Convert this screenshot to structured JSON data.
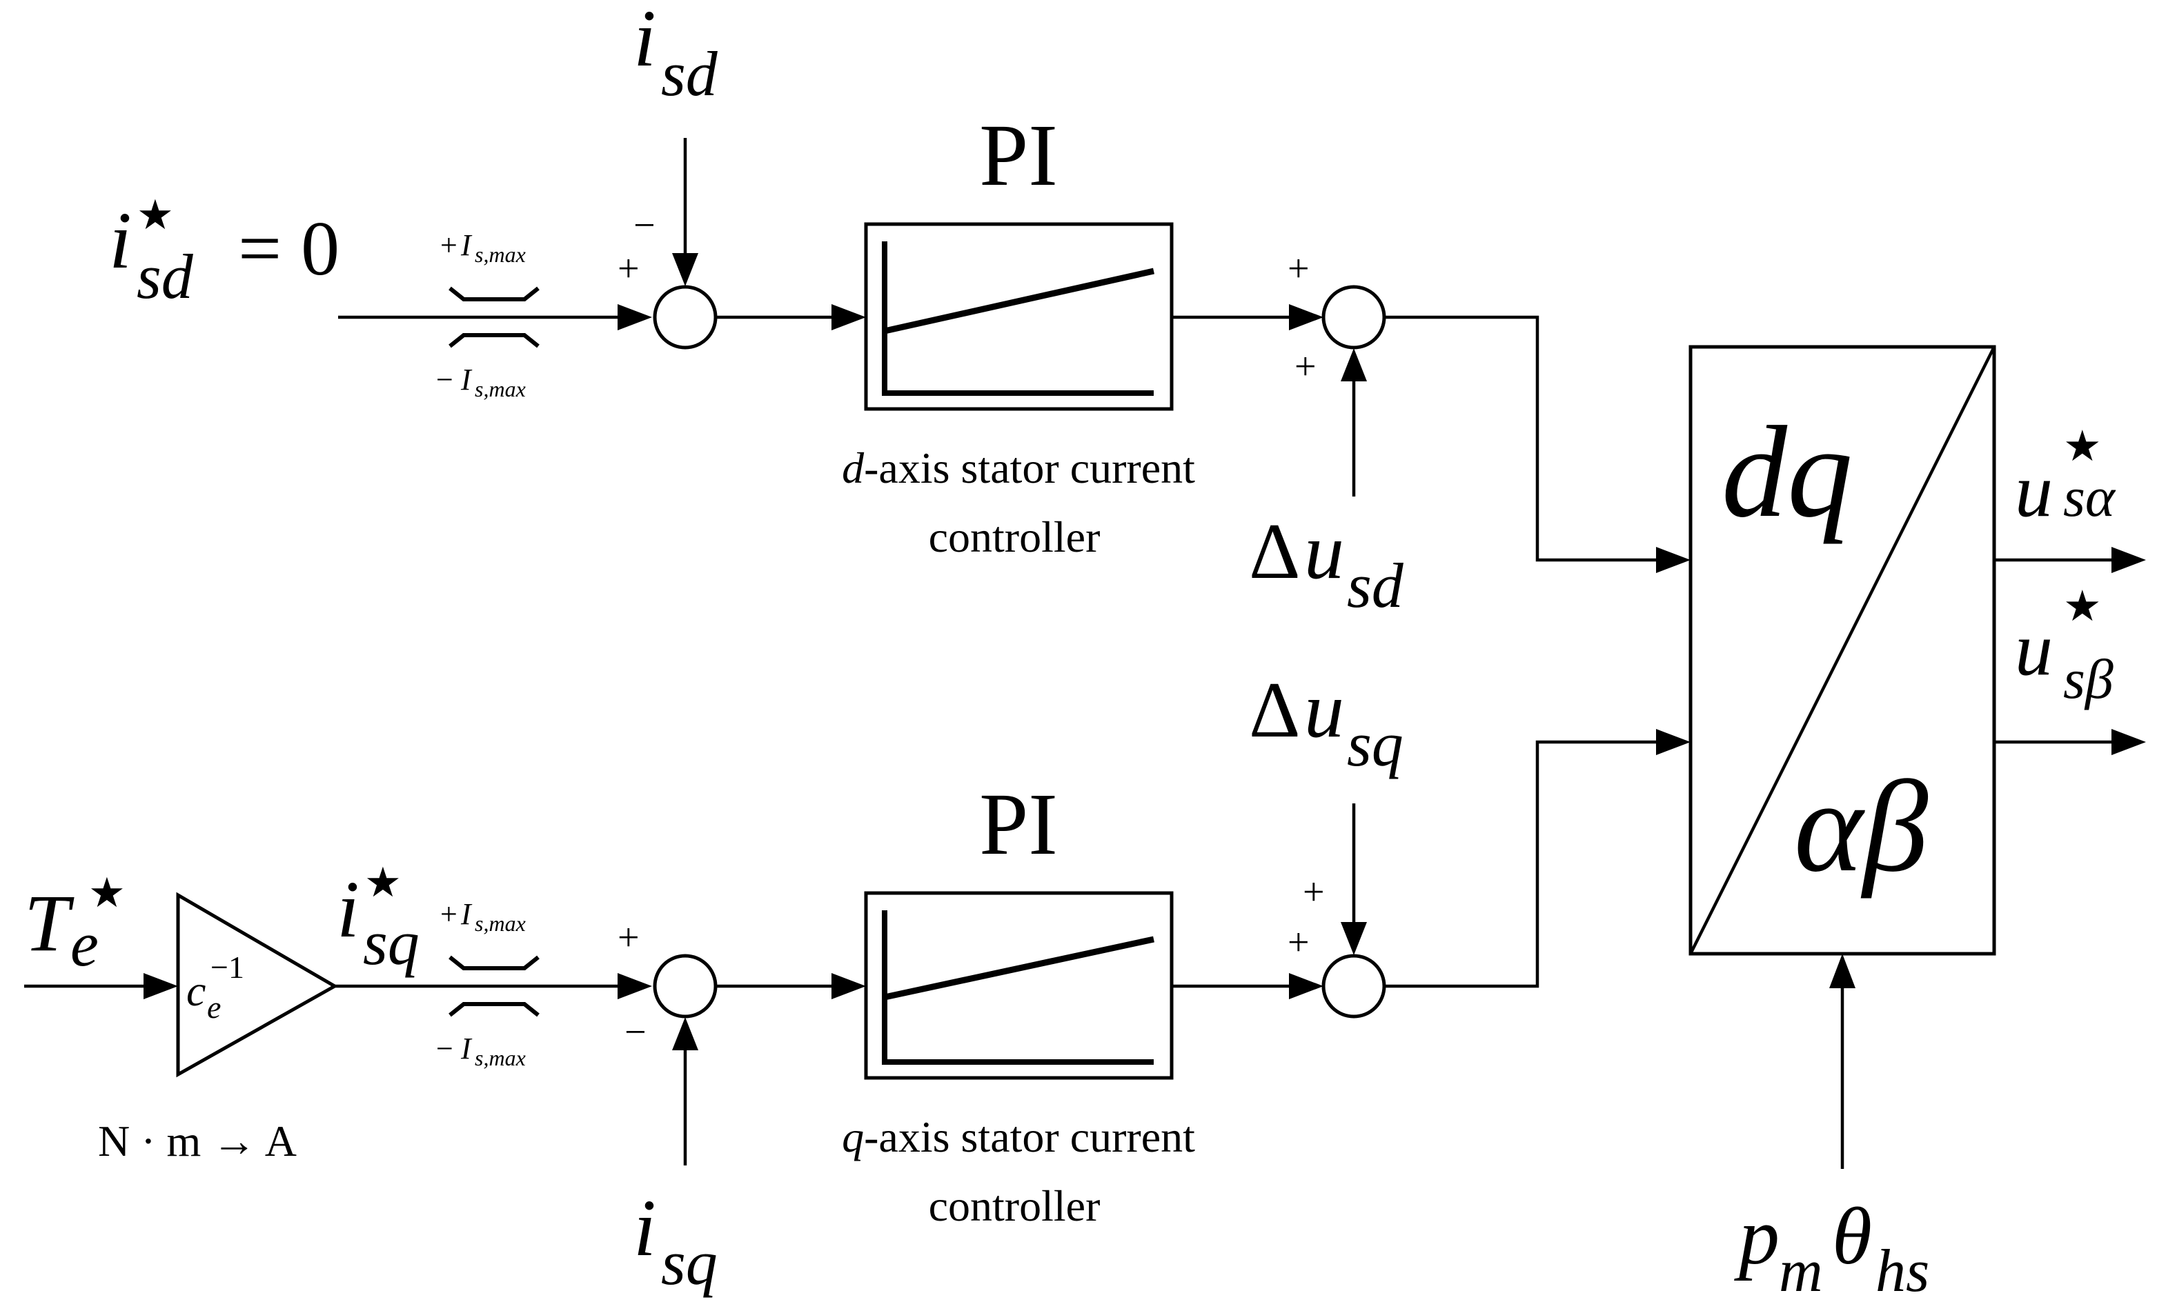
{
  "inputs": {
    "isd_ref": {
      "base": "i",
      "sup": "★",
      "sub": "sd",
      "eq": "= 0"
    },
    "te_ref": {
      "base": "T",
      "sup": "★",
      "sub": "e"
    },
    "isd_feedback": {
      "base": "i",
      "sub": "sd"
    },
    "isq_feedback": {
      "base": "i",
      "sub": "sq"
    },
    "isq_ref": {
      "base": "i",
      "sup": "★",
      "sub": "sq"
    },
    "dusd": {
      "delta": "Δ",
      "base": "u",
      "sub": "sd"
    },
    "dusq": {
      "delta": "Δ",
      "base": "u",
      "sub": "sq"
    },
    "theta": {
      "p": "p",
      "psub": "m",
      "th": "θ",
      "thsub": "hs"
    }
  },
  "limiters": {
    "upper": {
      "sign": "+",
      "base": "I",
      "sub": "s,max"
    },
    "lower": {
      "sign": "−",
      "base": "I",
      "sub": "s,max"
    }
  },
  "gain": {
    "base": "c",
    "sub": "e",
    "sup": "−1",
    "unit": "N · m → A"
  },
  "controllers": {
    "d": {
      "title": "PI",
      "axis": "d",
      "line1": "-axis stator current",
      "line2": "controller"
    },
    "q": {
      "title": "PI",
      "axis": "q",
      "line1": "-axis stator current",
      "line2": "controller"
    }
  },
  "signs": {
    "d1_minus": "−",
    "d1_plus": "+",
    "d2_plus_top": "+",
    "d2_plus_bottom": "+",
    "q1_plus": "+",
    "q1_minus": "−",
    "q2_plus_top": "+",
    "q2_plus_left": "+"
  },
  "transform": {
    "top": "dq",
    "bottom": "αβ"
  },
  "outputs": {
    "ualpha": {
      "base": "u",
      "sup": "★",
      "sub": "sα"
    },
    "ubeta": {
      "base": "u",
      "sup": "★",
      "sub": "sβ"
    }
  }
}
